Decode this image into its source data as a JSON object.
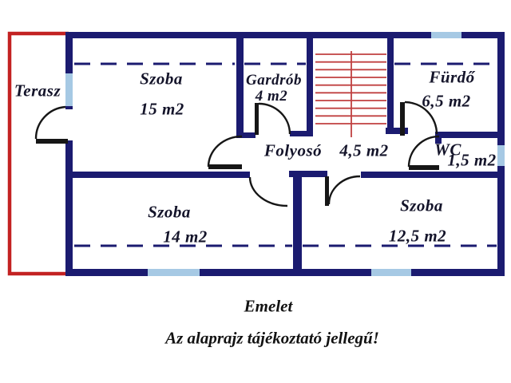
{
  "plan": {
    "rooms": {
      "terasz": {
        "label": "Terasz"
      },
      "szoba_top": {
        "label": "Szoba",
        "area": "15 m2"
      },
      "gardrob": {
        "label": "Gardrób",
        "area": "4 m2"
      },
      "furdo": {
        "label": "Fürdő",
        "area": "6,5 m2"
      },
      "folyoso": {
        "label": "Folyosó",
        "area": "4,5 m2"
      },
      "wc": {
        "label": "WC",
        "area": "1,5 m2"
      },
      "szoba_left": {
        "label": "Szoba",
        "area": "14 m2"
      },
      "szoba_right": {
        "label": "Szoba",
        "area": "12,5 m2"
      }
    },
    "footer": {
      "floor_label": "Emelet",
      "disclaimer": "Az alaprajz tájékoztató jellegű!"
    },
    "colors": {
      "wall": "#1b1b70",
      "window": "#a6c9e4",
      "terrace_outline": "#c32222",
      "stairs": "#c04040",
      "door": "#161616",
      "text": "#14142a"
    }
  }
}
